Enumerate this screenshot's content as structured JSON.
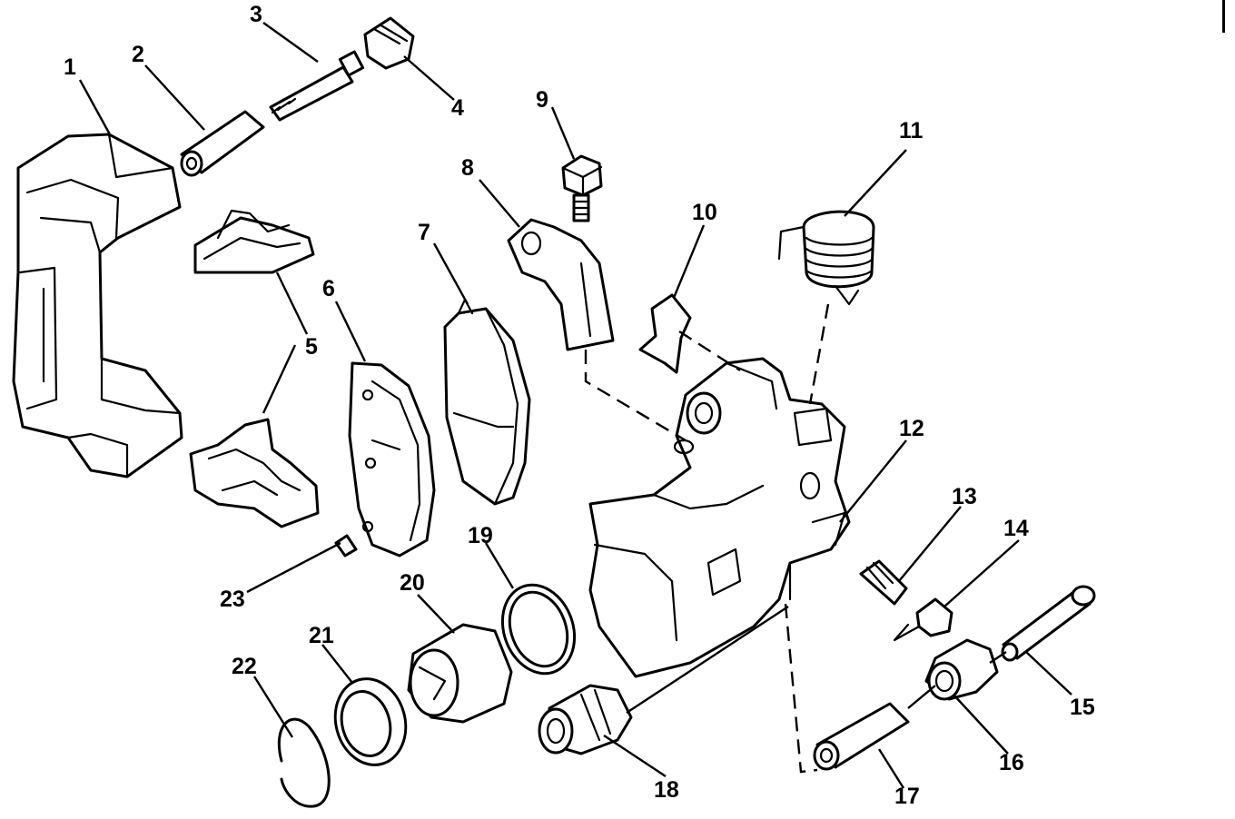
{
  "diagram": {
    "callouts": [
      {
        "id": "1",
        "label": "1"
      },
      {
        "id": "2",
        "label": "2"
      },
      {
        "id": "3",
        "label": "3"
      },
      {
        "id": "4",
        "label": "4"
      },
      {
        "id": "5",
        "label": "5"
      },
      {
        "id": "6",
        "label": "6"
      },
      {
        "id": "7",
        "label": "7"
      },
      {
        "id": "8",
        "label": "8"
      },
      {
        "id": "9",
        "label": "9"
      },
      {
        "id": "10",
        "label": "10"
      },
      {
        "id": "11",
        "label": "11"
      },
      {
        "id": "12",
        "label": "12"
      },
      {
        "id": "13",
        "label": "13"
      },
      {
        "id": "14",
        "label": "14"
      },
      {
        "id": "15",
        "label": "15"
      },
      {
        "id": "16",
        "label": "16"
      },
      {
        "id": "17",
        "label": "17"
      },
      {
        "id": "18",
        "label": "18"
      },
      {
        "id": "19",
        "label": "19"
      },
      {
        "id": "20",
        "label": "20"
      },
      {
        "id": "21",
        "label": "21"
      },
      {
        "id": "22",
        "label": "22"
      },
      {
        "id": "23",
        "label": "23"
      }
    ],
    "colors": {
      "line": "#000000",
      "background": "#ffffff"
    }
  }
}
